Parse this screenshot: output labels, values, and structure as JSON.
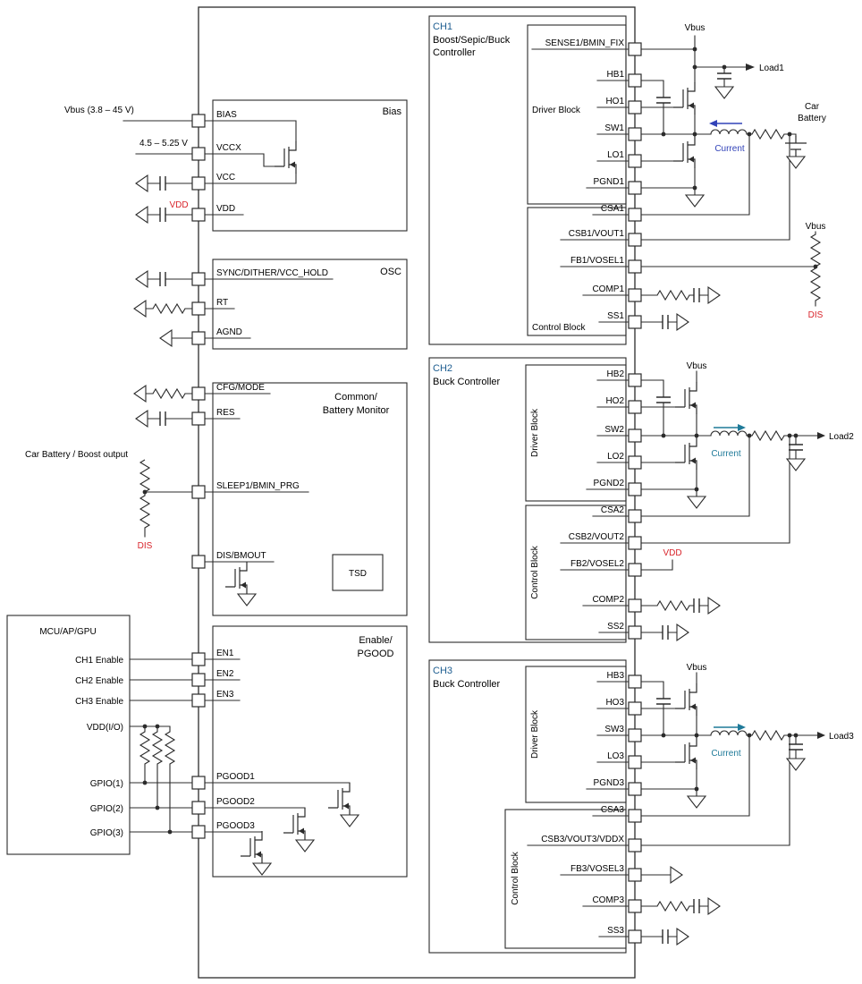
{
  "colors": {
    "line": "#2b2b2b",
    "channel_blue": "#1d5d90",
    "current_blue": "#3142b8",
    "current_teal": "#1f7a99",
    "signal_red": "#d8232a"
  },
  "ic": {
    "bias": {
      "title": "Bias",
      "pin_bias": "BIAS",
      "pin_vccx": "VCCX",
      "pin_vcc": "VCC",
      "pin_vdd": "VDD"
    },
    "osc": {
      "title": "OSC",
      "pin_sync": "SYNC/DITHER/VCC_HOLD",
      "pin_rt": "RT",
      "pin_agnd": "AGND"
    },
    "common": {
      "title1": "Common/",
      "title2": "Battery Monitor",
      "tsd": "TSD",
      "pin_cfg": "CFG/MODE",
      "pin_res": "RES",
      "pin_sleep": "SLEEP1/BMIN_PRG",
      "pin_dis": "DIS/BMOUT"
    },
    "enable": {
      "title1": "Enable/",
      "title2": "PGOOD",
      "pin_en1": "EN1",
      "pin_en2": "EN2",
      "pin_en3": "EN3",
      "pin_pgood1": "PGOOD1",
      "pin_pgood2": "PGOOD2",
      "pin_pgood3": "PGOOD3"
    },
    "ch1": {
      "name": "CH1",
      "desc1": "Boost/Sepic/Buck",
      "desc2": "Controller",
      "driver_label": "Driver Block",
      "control_label": "Control Block",
      "pin_sense": "SENSE1/BMIN_FIX",
      "pin_hb": "HB1",
      "pin_ho": "HO1",
      "pin_sw": "SW1",
      "pin_lo": "LO1",
      "pin_pgnd": "PGND1",
      "pin_csa": "CSA1",
      "pin_csb": "CSB1/VOUT1",
      "pin_fb": "FB1/VOSEL1",
      "pin_comp": "COMP1",
      "pin_ss": "SS1"
    },
    "ch2": {
      "name": "CH2",
      "desc1": "Buck Controller",
      "driver_label": "Driver Block",
      "control_label": "Control Block",
      "pin_hb": "HB2",
      "pin_ho": "HO2",
      "pin_sw": "SW2",
      "pin_lo": "LO2",
      "pin_pgnd": "PGND2",
      "pin_csa": "CSA2",
      "pin_csb": "CSB2/VOUT2",
      "pin_fb": "FB2/VOSEL2",
      "pin_comp": "COMP2",
      "pin_ss": "SS2"
    },
    "ch3": {
      "name": "CH3",
      "desc1": "Buck Controller",
      "driver_label": "Driver Block",
      "control_label": "Control Block",
      "pin_hb": "HB3",
      "pin_ho": "HO3",
      "pin_sw": "SW3",
      "pin_lo": "LO3",
      "pin_pgnd": "PGND3",
      "pin_csa": "CSA3",
      "pin_csb": "CSB3/VOUT3/VDDX",
      "pin_fb": "FB3/VOSEL3",
      "pin_comp": "COMP3",
      "pin_ss": "SS3"
    }
  },
  "external": {
    "vbus_range": "Vbus (3.8 – 45 V)",
    "vcc_range": "4.5 – 5.25 V",
    "vdd_left": "VDD",
    "car_battery_boost": "Car Battery / Boost output",
    "dis_left": "DIS",
    "mcu": {
      "title": "MCU/AP/GPU",
      "ch1_enable": "CH1 Enable",
      "ch2_enable": "CH2 Enable",
      "ch3_enable": "CH3 Enable",
      "vdd_io": "VDD(I/O)",
      "gpio1": "GPIO(1)",
      "gpio2": "GPIO(2)",
      "gpio3": "GPIO(3)"
    },
    "ch1": {
      "vbus": "Vbus",
      "load": "Load1",
      "car": "Car",
      "battery": "Battery",
      "current": "Current",
      "fb_vbus": "Vbus",
      "fb_dis": "DIS"
    },
    "ch2": {
      "vbus": "Vbus",
      "load": "Load2",
      "current": "Current",
      "vdd": "VDD"
    },
    "ch3": {
      "vbus": "Vbus",
      "load": "Load3",
      "current": "Current"
    }
  }
}
